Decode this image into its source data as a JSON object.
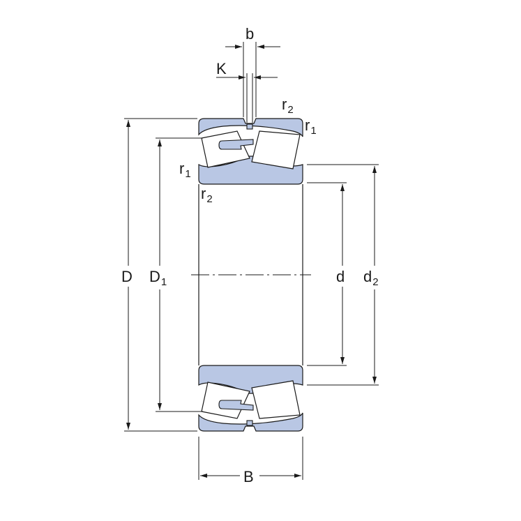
{
  "labels": {
    "b": "b",
    "K": "K",
    "r2_top": {
      "main": "r",
      "sub": "2"
    },
    "r1_top": {
      "main": "r",
      "sub": "1"
    },
    "r1_left": {
      "main": "r",
      "sub": "1"
    },
    "r2_left": {
      "main": "r",
      "sub": "2"
    },
    "D": "D",
    "D1": {
      "main": "D",
      "sub": "1"
    },
    "d": "d",
    "d2": {
      "main": "d",
      "sub": "2"
    },
    "B": "B"
  },
  "colors": {
    "ring_fill": "#b9c7e4",
    "line": "#1a1a1a",
    "background": "#ffffff"
  }
}
